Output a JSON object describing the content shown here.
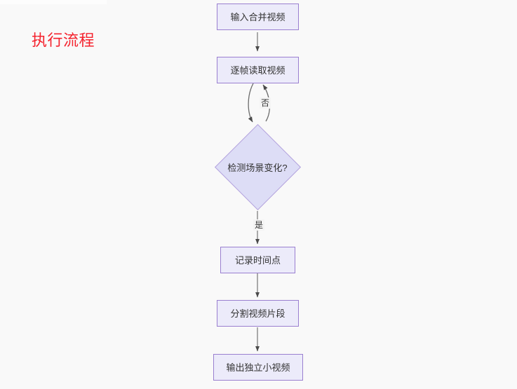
{
  "page": {
    "title": "执行流程",
    "title_color": "#f5222d",
    "background_color": "#f9f9f9"
  },
  "theme": {
    "node_fill": "#ecebfa",
    "node_border": "#9a7fd0",
    "decision_fill": "#ddddf6",
    "decision_border": "#b3a2dd",
    "node_text": "#333333",
    "edge_color": "#888888"
  },
  "flowchart": {
    "type": "flowchart",
    "direction": "top-to-bottom",
    "nodes": [
      {
        "id": "n1",
        "shape": "rectangle",
        "label": "输入合并视频"
      },
      {
        "id": "n2",
        "shape": "rectangle",
        "label": "逐帧读取视频"
      },
      {
        "id": "n3",
        "shape": "diamond",
        "label": "检测场景变化?"
      },
      {
        "id": "n4",
        "shape": "rectangle",
        "label": "记录时间点"
      },
      {
        "id": "n5",
        "shape": "rectangle",
        "label": "分割视频片段"
      },
      {
        "id": "n6",
        "shape": "rectangle",
        "label": "输出独立小视频"
      }
    ],
    "edges": [
      {
        "from": "n1",
        "to": "n2",
        "label": ""
      },
      {
        "from": "n2",
        "to": "n3",
        "label": ""
      },
      {
        "from": "n3",
        "to": "n2",
        "label": "否"
      },
      {
        "from": "n3",
        "to": "n4",
        "label": "是"
      },
      {
        "from": "n4",
        "to": "n5",
        "label": ""
      },
      {
        "from": "n5",
        "to": "n6",
        "label": ""
      }
    ],
    "edge_labels": {
      "no": "否",
      "yes": "是"
    }
  }
}
